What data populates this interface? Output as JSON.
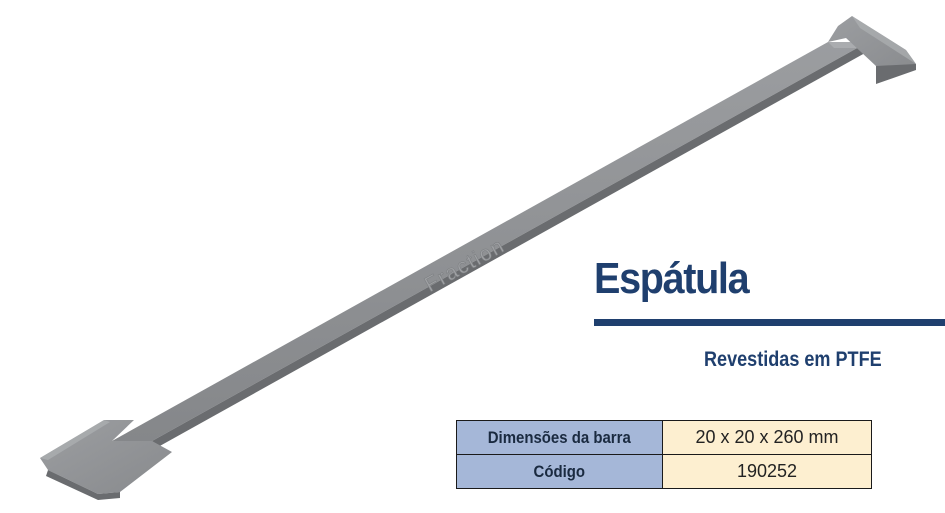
{
  "product": {
    "title": "Espátula",
    "subtitle": "Revestidas em PTFE",
    "engraving": "Fraction"
  },
  "specs": [
    {
      "label": "Dimensões da barra",
      "value": "20 x 20 x 260 mm"
    },
    {
      "label": "Código",
      "value": "190252"
    }
  ],
  "colors": {
    "brand_blue": "#1f3f6e",
    "label_cell": "#a5b7d8",
    "value_cell": "#fdefd0",
    "spatula_gray": "#8d8f92"
  }
}
